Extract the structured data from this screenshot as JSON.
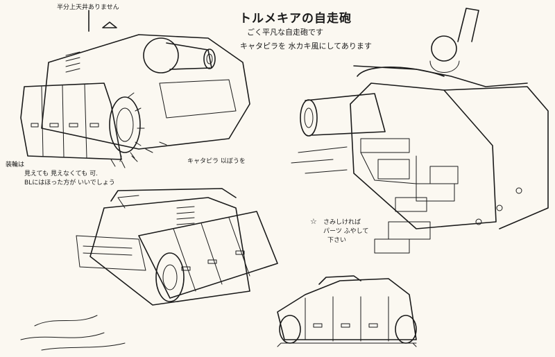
{
  "title": "トルメキアの自走砲",
  "subtitle_1": "ごく平凡な自走砲です",
  "subtitle_2": "キャタピラを 水カキ風にしてあります",
  "note_top": "半分上天井ありません",
  "note_track": "キャタピラ 以ぼうを",
  "note_left_1": "装輪は",
  "note_left_2": "見えても 見えなくても 可.",
  "note_left_3": "BLにはほった方が いいでしょう",
  "note_star": "☆",
  "note_right_1": "さみしければ",
  "note_right_2": "パーツ ふやして",
  "note_right_3": "下さい",
  "colors": {
    "paper": "#fbf8f1",
    "ink": "#1a1a1a"
  }
}
